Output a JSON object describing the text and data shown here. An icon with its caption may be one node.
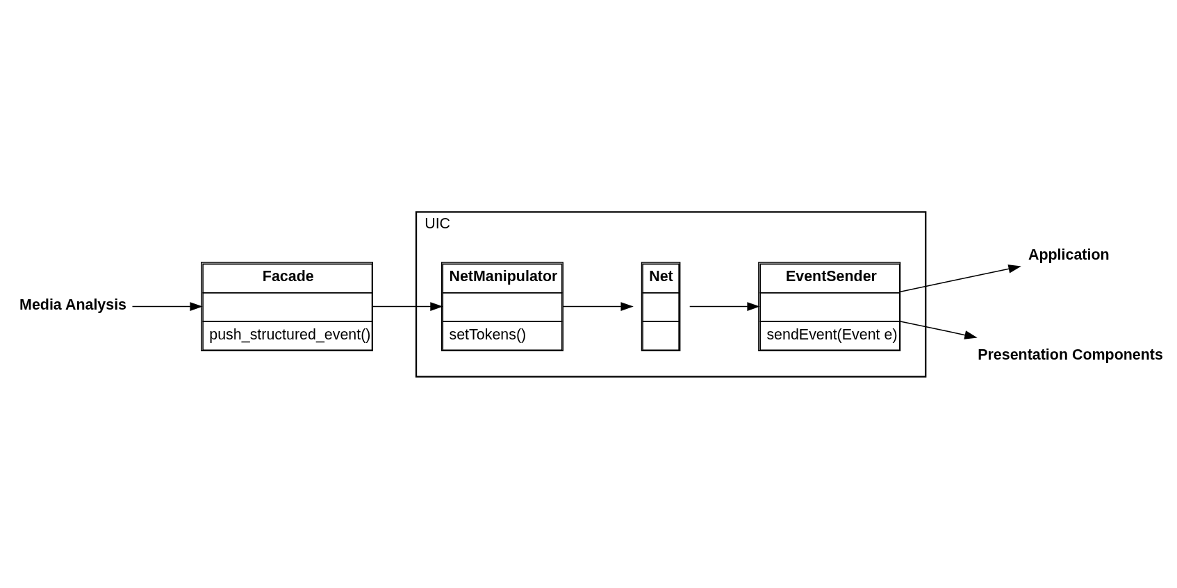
{
  "diagram": {
    "nodes": [
      {
        "text": [
          "Media Analysis"
        ]
      },
      {
        "text": [
          "UIC"
        ]
      },
      {
        "text": [
          "Facade",
          "push_structured_event()"
        ]
      },
      {
        "text": [
          "NetManipulator",
          "setTokens()"
        ],
        "in": 1
      },
      {
        "text": [
          "Net"
        ],
        "in": 1
      },
      {
        "text": [
          "EventSender",
          "sendEvent(Event e)"
        ],
        "in": 1
      },
      {
        "text": [
          "Application"
        ]
      },
      {
        "text": [
          "Presentation Components"
        ]
      }
    ],
    "edges": [
      {
        "from": 0,
        "to": 2,
        "arrow": "to"
      },
      {
        "from": 2,
        "to": 3,
        "arrow": "to"
      },
      {
        "from": 3,
        "to": 4,
        "arrow": "to"
      },
      {
        "from": 4,
        "to": 5,
        "arrow": "to"
      },
      {
        "from": 5,
        "to": 6,
        "arrow": "to"
      },
      {
        "from": 5,
        "to": 7,
        "arrow": "to"
      }
    ]
  }
}
